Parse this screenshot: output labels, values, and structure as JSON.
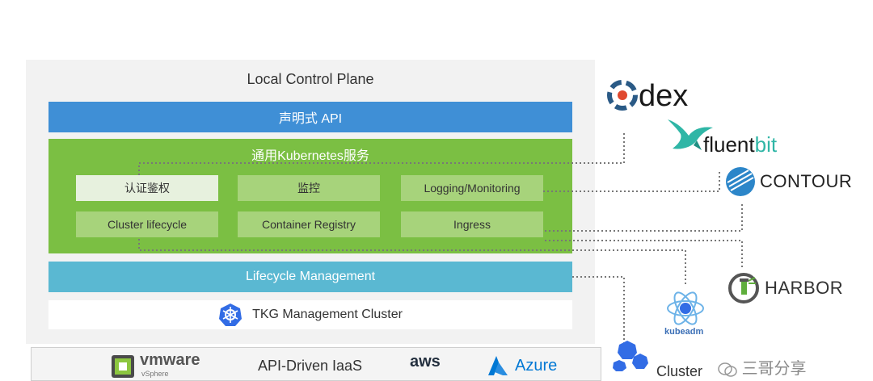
{
  "control_plane": {
    "title": "Local Control Plane",
    "api_label": "声明式 API",
    "services_title": "通用Kubernetes服务",
    "services": [
      {
        "label": "认证鉴权"
      },
      {
        "label": "监控"
      },
      {
        "label": "Logging/Monitoring"
      },
      {
        "label": "Cluster lifecycle"
      },
      {
        "label": "Container Registry"
      },
      {
        "label": "Ingress"
      }
    ],
    "lifecycle_label": "Lifecycle Management",
    "tkg_label": "TKG Management Cluster"
  },
  "iaas": {
    "vmware_label": "vmware",
    "vmware_sub": "vSphere",
    "label": "API-Driven IaaS",
    "aws_label": "aws",
    "azure_label": "Azure"
  },
  "logos": {
    "dex": "dex",
    "fluentbit_a": "fluent",
    "fluentbit_b": "bit",
    "contour": "CONTOUR",
    "harbor": "HARBOR",
    "kubeadm": "kubeadm",
    "clusterapi": "Cluster"
  },
  "watermark": "三哥分享",
  "colors": {
    "api_blue": "#3f8fd6",
    "services_green": "#7bbf43",
    "lifecycle_cyan": "#5ab8d2",
    "dex_red": "#e0492f",
    "fluent_teal": "#2fb6a6",
    "contour_blue": "#2c86c9",
    "harbor_green": "#5fae3c"
  },
  "icons": [
    "helm-wheel-icon",
    "dex-icon",
    "hummingbird-icon",
    "contour-icon",
    "harbor-lighthouse-icon",
    "kubeadm-icon",
    "clusterapi-icon",
    "vmware-icon",
    "aws-icon",
    "azure-icon",
    "wechat-icon"
  ]
}
